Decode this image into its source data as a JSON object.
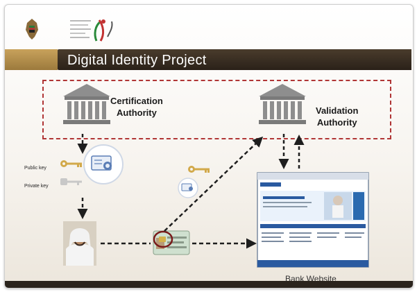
{
  "slide": {
    "title": "Digital Identity Project"
  },
  "authorities": {
    "certification": {
      "line1": "Certification",
      "line2": "Authority"
    },
    "validation": {
      "line1": "Validation",
      "line2": "Authority"
    }
  },
  "keys": {
    "public_label": "Public key",
    "private_label": "Private key"
  },
  "bank": {
    "label": "Bank Website"
  },
  "colors": {
    "title_band": "#2e251c",
    "accent_gold": "#c29a52",
    "dashed_border": "#b03636",
    "arrow": "#1e1e1e",
    "key_gold": "#d2a94a"
  }
}
